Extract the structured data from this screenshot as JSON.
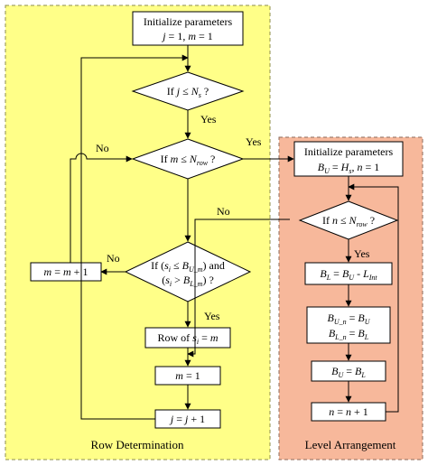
{
  "panels": {
    "row_determination": {
      "label": "Row Determination",
      "fill": "#FFFF88",
      "border": "#8C8C4A"
    },
    "level_arrangement": {
      "label": "Level Arrangement",
      "fill": "#F7B89B",
      "border": "#8C6A5A"
    }
  },
  "left": {
    "init_title": "Initialize parameters",
    "init_eq_j": "j",
    "init_eq_mid": " = 1, ",
    "init_eq_m": "m",
    "init_eq_end": " = 1",
    "cond_j_pre": "If ",
    "cond_j_var": "j",
    "cond_j_op": " ≤ ",
    "cond_j_N": "N",
    "cond_j_sub": "s",
    "cond_j_q": " ?",
    "cond_m_pre": "If ",
    "cond_m_var": "m",
    "cond_m_op": " ≤ ",
    "cond_m_N": "N",
    "cond_m_sub": "row",
    "cond_m_q": " ?",
    "cond_s_line1_pre": "If (",
    "cond_s_line1_s": "s",
    "cond_s_line1_si": "i",
    "cond_s_line1_op": " ≤ ",
    "cond_s_line1_B": "B",
    "cond_s_line1_Bsub": "U_m",
    "cond_s_line1_post": ") and",
    "cond_s_line2_pre": "(",
    "cond_s_line2_s": "s",
    "cond_s_line2_si": "i",
    "cond_s_line2_op": " > ",
    "cond_s_line2_B": "B",
    "cond_s_line2_Bsub": "L_m",
    "cond_s_line2_post": ") ?",
    "m_inc_a": "m",
    "m_inc_b": " = ",
    "m_inc_c": "m",
    "m_inc_d": " + 1",
    "row_pre": "Row of ",
    "row_s": "s",
    "row_si": "i",
    "row_mid": " = ",
    "row_m": "m",
    "m_reset_a": "m",
    "m_reset_b": " = 1",
    "j_inc_a": "j",
    "j_inc_b": " = ",
    "j_inc_c": "j",
    "j_inc_d": " + 1",
    "yes1": "Yes",
    "yes2": "Yes",
    "yes3": "Yes",
    "no1": "No",
    "no2": "No"
  },
  "right": {
    "init_title": "Initialize parameters",
    "init_B": "B",
    "init_Bsub": "U",
    "init_eq": " = ",
    "init_H": "H",
    "init_Hsub": "s",
    "init_sep": ", ",
    "init_n": "n",
    "init_end": " = 1",
    "cond_pre": "If ",
    "cond_n": "n",
    "cond_op": " ≤ ",
    "cond_N": "N",
    "cond_sub": "row",
    "cond_q": " ?",
    "bl_B": "B",
    "bl_Bsub": "L",
    "bl_eq": " = ",
    "bl_B2": "B",
    "bl_B2sub": "U",
    "bl_minus": " - ",
    "bl_L": "L",
    "bl_Lsub": "Int",
    "assign1_B": "B",
    "assign1_sub": "U_n",
    "assign1_eq": " = ",
    "assign1_B2": "B",
    "assign1_sub2": "U",
    "assign2_B": "B",
    "assign2_sub": "L_n",
    "assign2_eq": " = ",
    "assign2_B2": "B",
    "assign2_sub2": "L",
    "bu_B": "B",
    "bu_sub": "U",
    "bu_eq": " = ",
    "bu_B2": "B",
    "bu_sub2": "L",
    "n_inc_a": "n",
    "n_inc_b": " = ",
    "n_inc_c": "n",
    "n_inc_d": " + 1",
    "yes": "Yes",
    "no": "No"
  }
}
